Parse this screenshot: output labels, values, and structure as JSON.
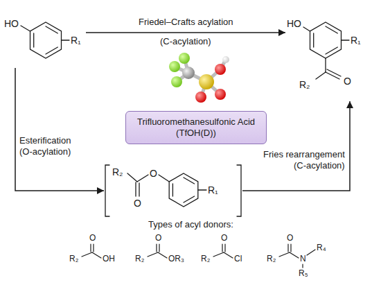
{
  "diagram": {
    "nodes": [
      {
        "text": [
          "HO",
          "R₁"
        ]
      },
      {
        "text": [
          "HO",
          "R₁",
          "O",
          "R₂"
        ]
      },
      {
        "text": [
          "R₂",
          "O",
          "O",
          "R₁"
        ]
      },
      {
        "text": [
          "Trifluoromethanesulfonic Acid (TfOH(D))"
        ]
      }
    ],
    "edges": [
      {
        "from": 0,
        "to": 1,
        "arrow": "to",
        "label": "Friedel–Crafts acylation"
      },
      {
        "from": 0,
        "to": 2,
        "arrow": "to",
        "label": "Esterification"
      },
      {
        "from": 2,
        "to": 1,
        "arrow": "to",
        "label": "Fries rearrangement"
      }
    ],
    "labels": [
      "(C-acylation)",
      "(O-acylation)",
      "(C-acylation)",
      "Types of acyl donors:",
      "R₂",
      "O",
      "OH",
      "R₂",
      "O",
      "OR₃",
      "R₂",
      "O",
      "Cl",
      "R₂",
      "O",
      "N",
      "R₄",
      "R₅"
    ]
  }
}
